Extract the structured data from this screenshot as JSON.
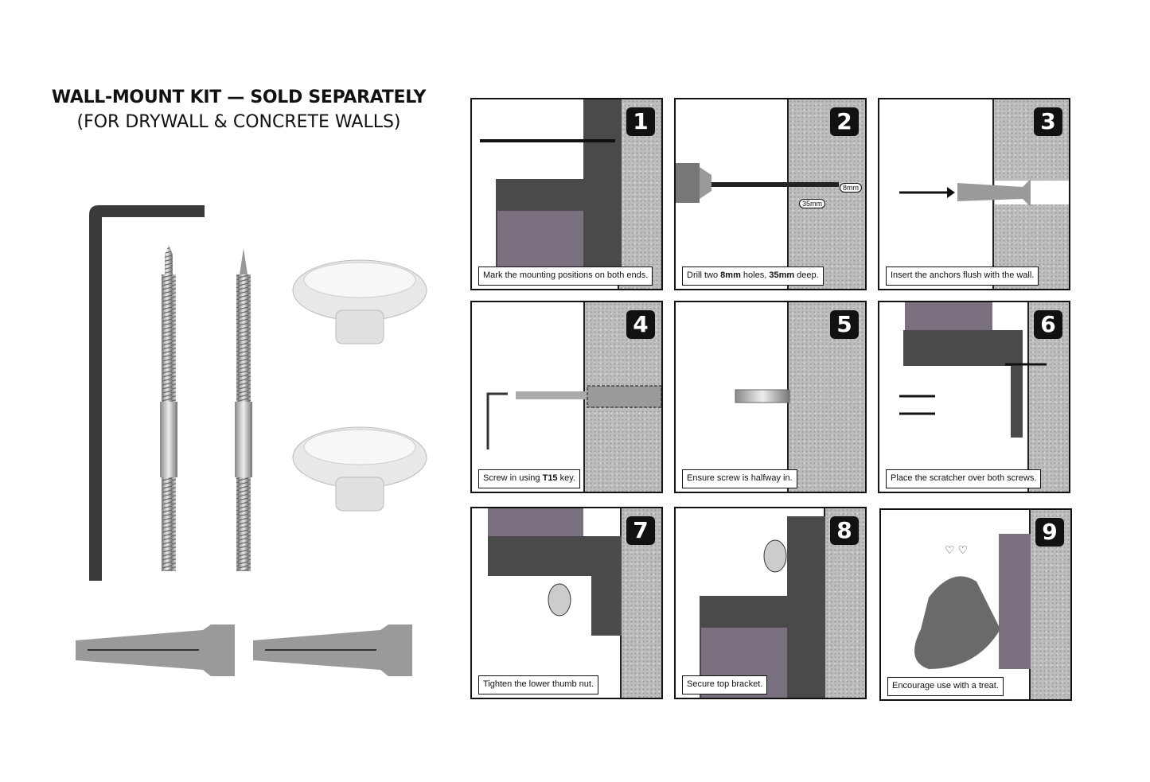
{
  "header": {
    "title": "WALL-MOUNT KIT — SOLD SEPARATELY",
    "subtitle": "(FOR DRYWALL & CONCRETE  WALLS)"
  },
  "kit": {
    "items": [
      "hex-key",
      "lag-screw",
      "lag-screw",
      "thumb-nut",
      "thumb-nut",
      "wall-anchor",
      "wall-anchor"
    ]
  },
  "steps": [
    {
      "number": "1",
      "caption": [
        "Mark the mounting positions on both ends."
      ]
    },
    {
      "number": "2",
      "caption": [
        "Drill two ",
        "8mm",
        " holes, ",
        "35mm",
        " deep."
      ],
      "labels": [
        "8mm",
        "35mm"
      ]
    },
    {
      "number": "3",
      "caption": [
        "Insert the anchors flush with the wall."
      ]
    },
    {
      "number": "4",
      "caption": [
        "Screw in using ",
        "T15",
        " key."
      ]
    },
    {
      "number": "5",
      "caption": [
        "Ensure screw is halfway in."
      ]
    },
    {
      "number": "6",
      "caption": [
        "Place the scratcher over both screws."
      ]
    },
    {
      "number": "7",
      "caption": [
        "Tighten the lower thumb nut."
      ]
    },
    {
      "number": "8",
      "caption": [
        "Secure top bracket."
      ]
    },
    {
      "number": "9",
      "caption": [
        "Encourage use with a treat."
      ]
    }
  ],
  "colors": {
    "wall": "#bdbdbd",
    "bracket": "#4a4a4a",
    "rope": "#7a7080",
    "badge": "#111111"
  }
}
